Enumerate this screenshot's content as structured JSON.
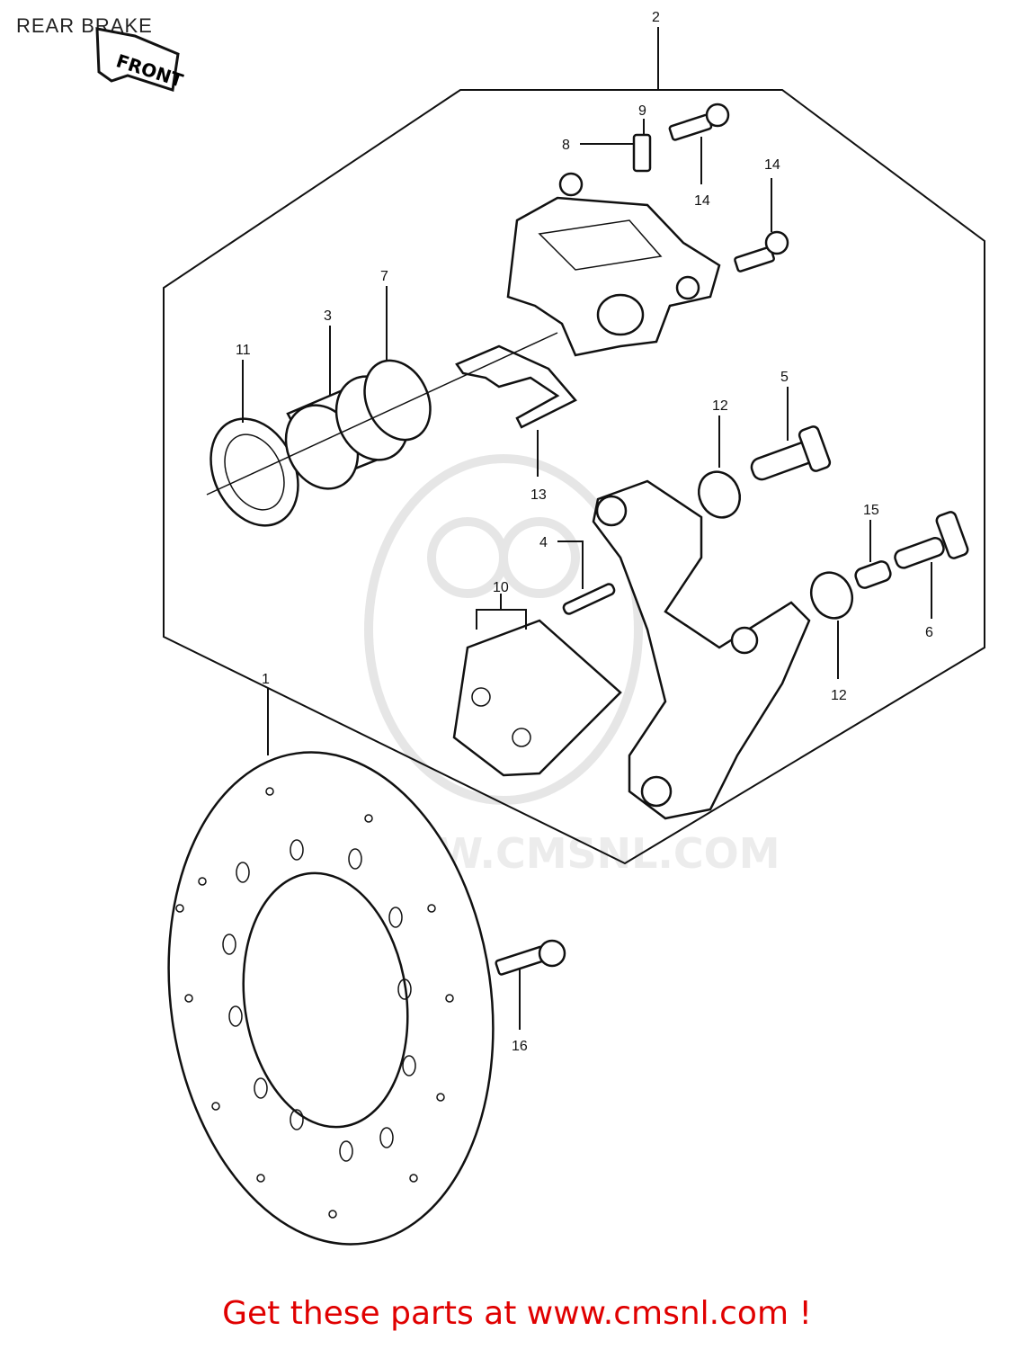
{
  "title": "REAR BRAKE",
  "front_arrow_label": "FRONT",
  "watermark_text": "WWW.CMSNL.COM",
  "footer": "Get these parts at www.cmsnl.com !",
  "footer_color": "#e00000",
  "callouts": [
    "1",
    "2",
    "3",
    "4",
    "5",
    "6",
    "7",
    "8",
    "9",
    "10",
    "11",
    "12",
    "12",
    "13",
    "14",
    "14",
    "15",
    "16"
  ]
}
